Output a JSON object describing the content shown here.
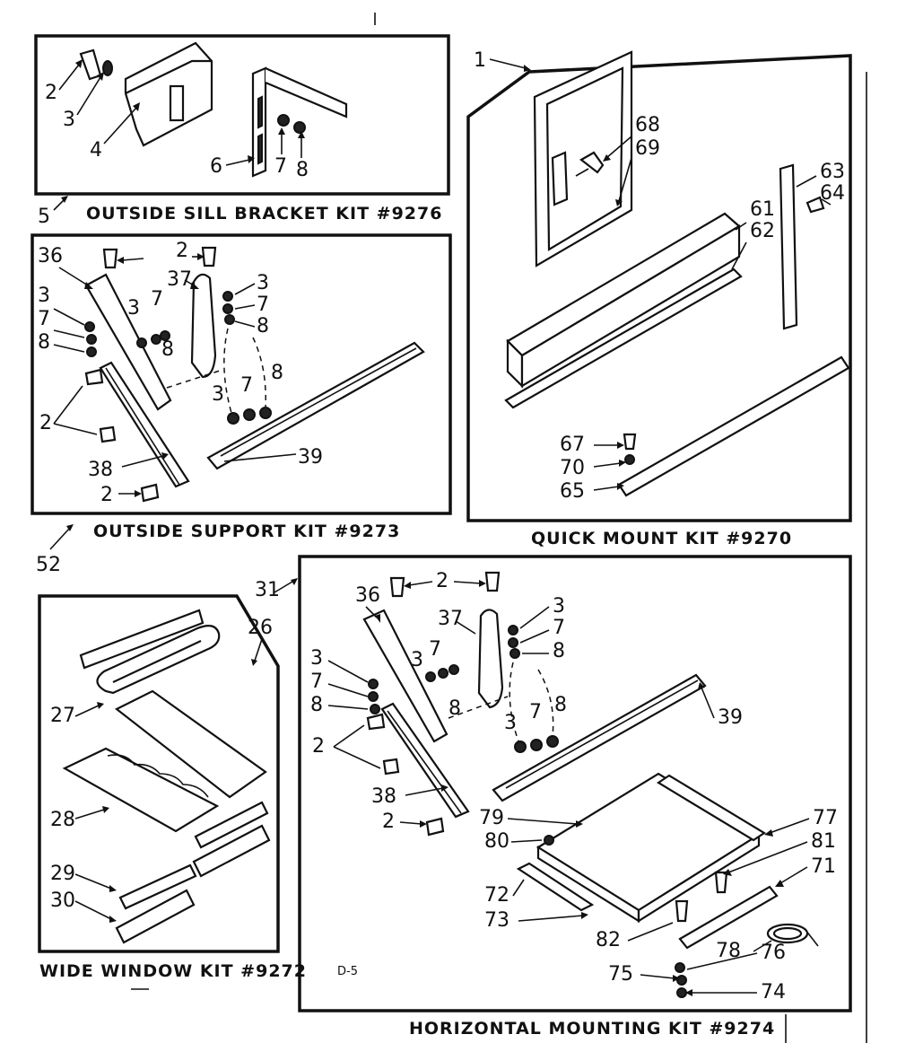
{
  "kits": {
    "sill_bracket": {
      "title": "OUTSIDE SILL BRACKET KIT #9276",
      "ref": "5",
      "parts": [
        "2",
        "3",
        "4",
        "6",
        "7",
        "8"
      ]
    },
    "outside_support": {
      "title": "OUTSIDE SUPPORT KIT #9273",
      "ref": "52",
      "parts": [
        "36",
        "2",
        "37",
        "3",
        "7",
        "8",
        "3",
        "7",
        "8",
        "3",
        "7",
        "8",
        "3",
        "7",
        "8",
        "2",
        "38",
        "39",
        "2"
      ]
    },
    "quick_mount": {
      "title": "QUICK MOUNT KIT #9270",
      "ref": "1",
      "parts": [
        "68",
        "69",
        "63",
        "64",
        "61",
        "62",
        "67",
        "70",
        "65"
      ]
    },
    "wide_window": {
      "title": "WIDE WINDOW KIT #9272",
      "ref": "26",
      "parts": [
        "27",
        "28",
        "29",
        "30"
      ]
    },
    "horizontal_mounting": {
      "title": "HORIZONTAL MOUNTING KIT #9274",
      "ref": "31",
      "drawing_code": "D-5",
      "parts": [
        "36",
        "2",
        "37",
        "3",
        "7",
        "8",
        "3",
        "7",
        "8",
        "3",
        "7",
        "8",
        "3",
        "7",
        "8",
        "2",
        "39",
        "38",
        "2",
        "79",
        "80",
        "77",
        "81",
        "71",
        "72",
        "73",
        "82",
        "78",
        "76",
        "75",
        "74"
      ]
    }
  }
}
